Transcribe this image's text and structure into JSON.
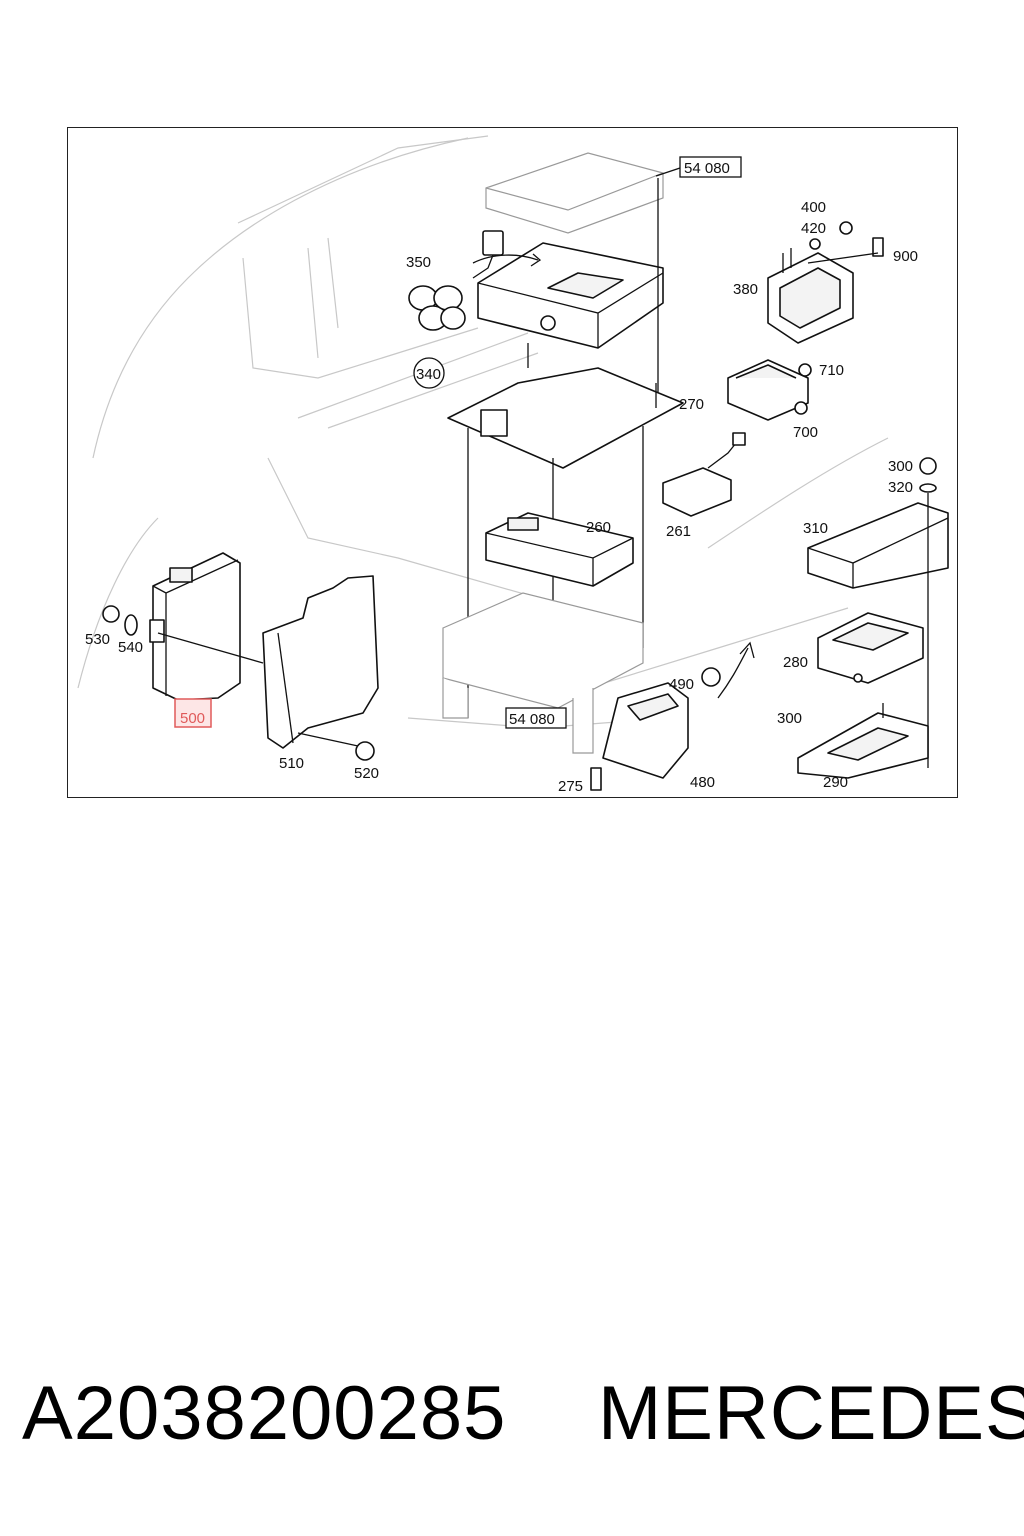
{
  "diagram": {
    "labels": {
      "p54080_top": "54 080",
      "p400": "400",
      "p420": "420",
      "p900": "900",
      "p350": "350",
      "p380": "380",
      "p340": "340",
      "p710": "710",
      "p270": "270",
      "p700": "700",
      "p300a": "300",
      "p320": "320",
      "p260": "260",
      "p261": "261",
      "p310": "310",
      "p530": "530",
      "p540": "540",
      "p280": "280",
      "p490": "490",
      "p500": "500",
      "p54080_bottom": "54 080",
      "p300b": "300",
      "p510": "510",
      "p520": "520",
      "p480": "480",
      "p290": "290",
      "p275": "275"
    },
    "highlight_color": "#e05a5a"
  },
  "caption": {
    "part_number": "A2038200285",
    "brand": "MERCEDES"
  }
}
